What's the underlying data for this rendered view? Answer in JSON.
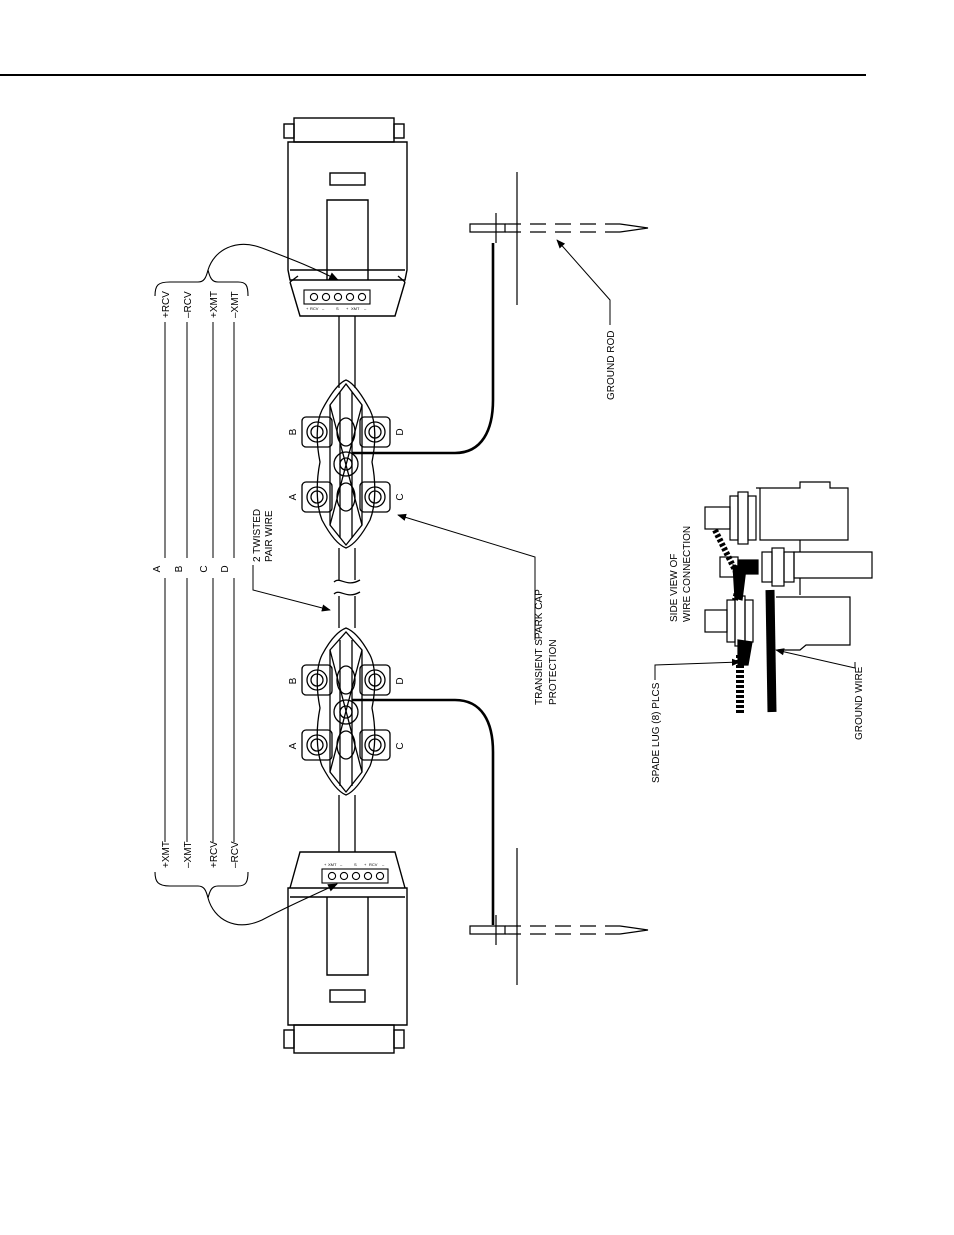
{
  "wire_legend": {
    "top_group": [
      "+RCV",
      "–RCV",
      "+XMT",
      "–XMT"
    ],
    "bottom_group": [
      "+XMT",
      "–XMT",
      "+RCV",
      "–RCV"
    ],
    "wire_letters": [
      "A",
      "B",
      "C",
      "D"
    ]
  },
  "spark_cap": {
    "lugs_top": {
      "a": "A",
      "b": "B",
      "c": "C",
      "d": "D"
    },
    "lugs_bottom": {
      "a": "A",
      "b": "B",
      "c": "C",
      "d": "D"
    }
  },
  "terminal_labels": {
    "top": [
      "+",
      "RCV",
      "–",
      "S",
      "+",
      "XMT",
      "–"
    ],
    "bottom": [
      "+",
      "XMT",
      "–",
      "S",
      "+",
      "RCV",
      "–"
    ]
  },
  "callouts": {
    "twisted_pair_line1": "2 TWISTED",
    "twisted_pair_line2": "PAIR WIRE",
    "spark_cap_line1": "TRANSIENT SPARK CAP",
    "spark_cap_line2": "PROTECTION",
    "ground_rod": "GROUND ROD",
    "side_view_line1": "SIDE VIEW OF",
    "side_view_line2": "WIRE CONNECTION",
    "spade_lug": "SPADE LUG (8) PLCS",
    "ground_wire": "GROUND WIRE"
  },
  "colors": {
    "ink": "#000000",
    "paper": "#ffffff"
  }
}
